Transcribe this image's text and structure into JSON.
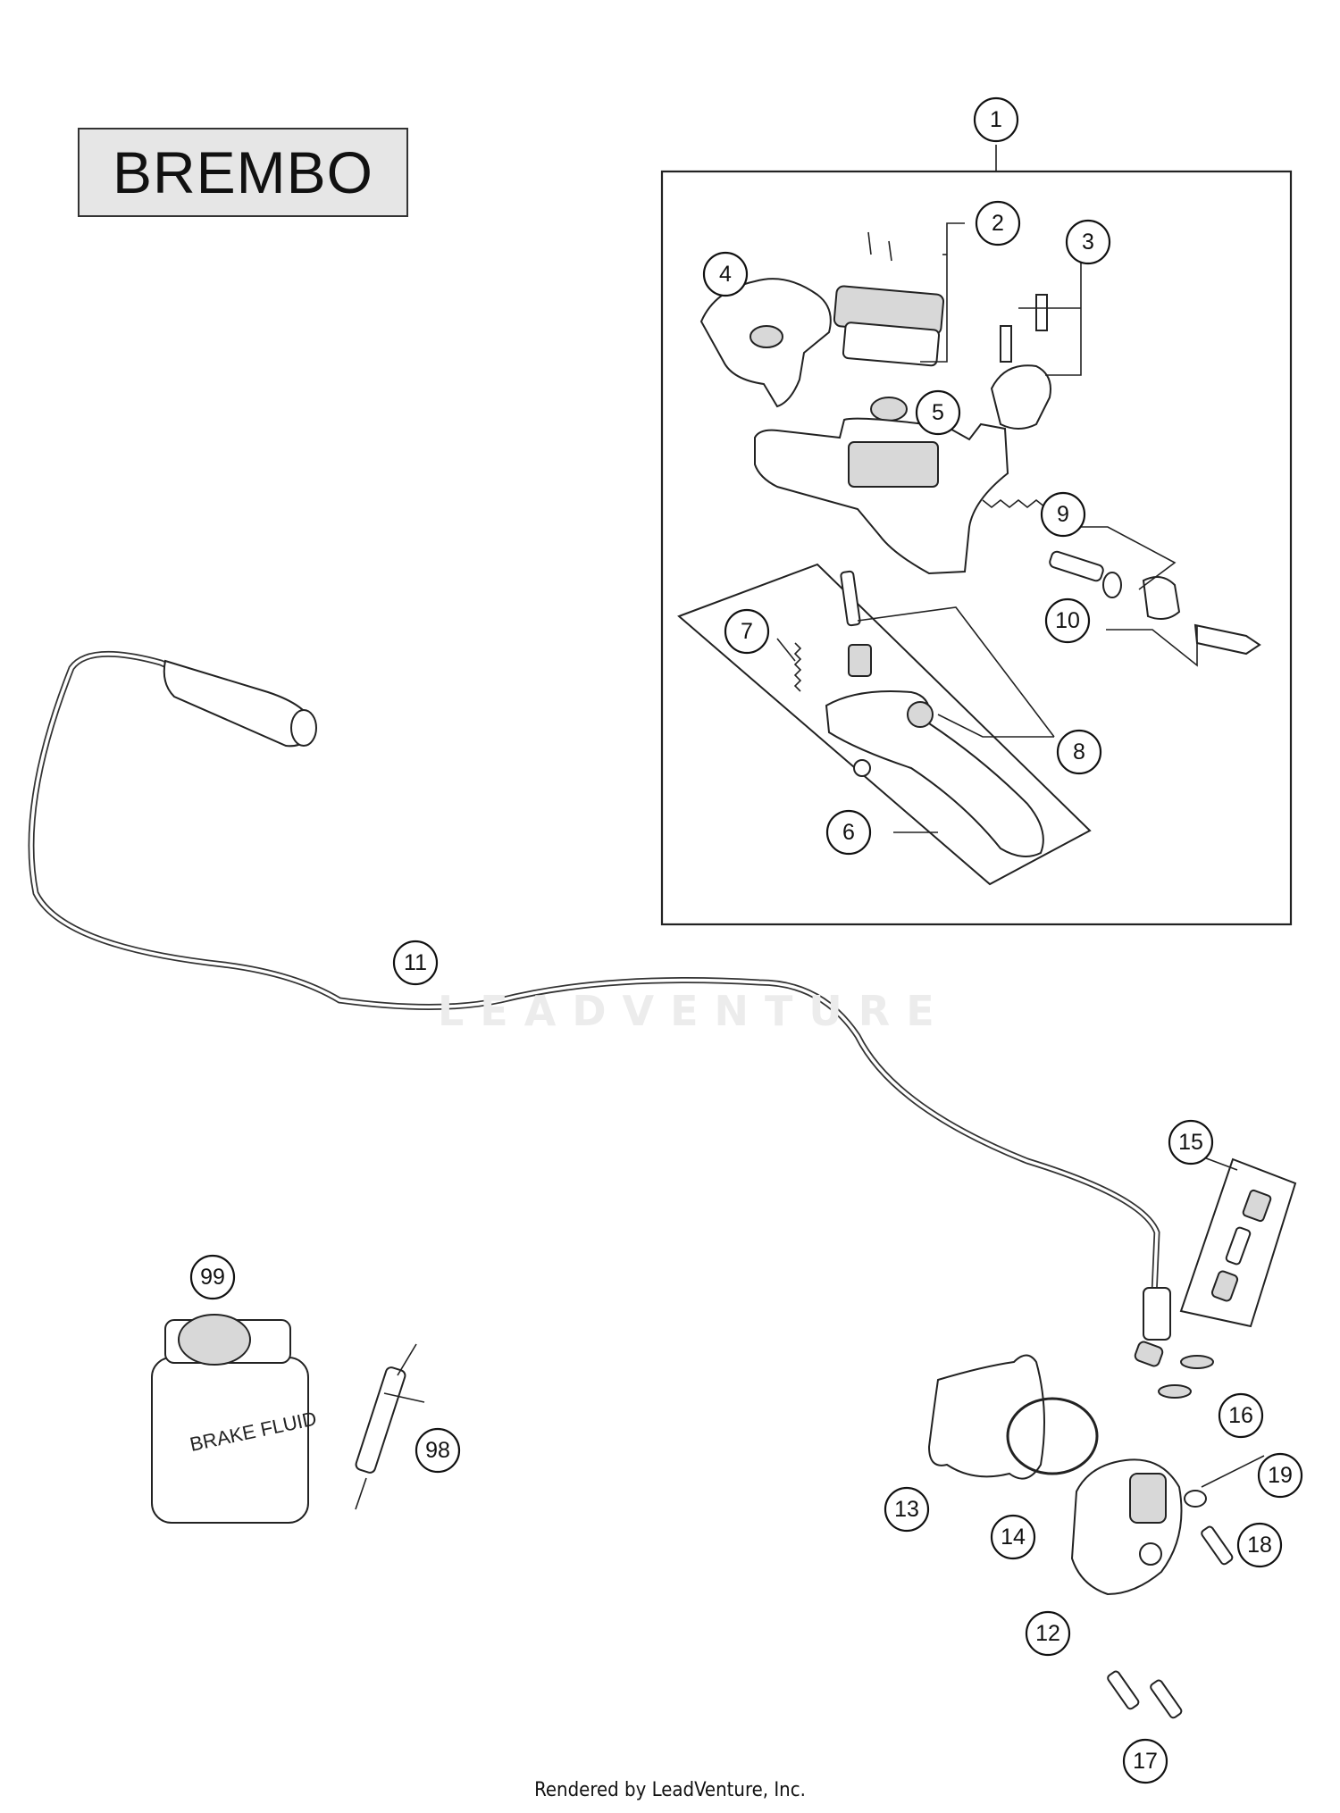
{
  "brand_label": "BREMBO",
  "watermark": "LEADVENTURE",
  "footer": "Rendered by LeadVenture, Inc.",
  "fluid_can_label": "BRAKE FLUID",
  "callouts": [
    "1",
    "2",
    "3",
    "4",
    "5",
    "6",
    "7",
    "8",
    "9",
    "10",
    "11",
    "12",
    "13",
    "14",
    "15",
    "16",
    "17",
    "18",
    "19",
    "98",
    "99"
  ]
}
